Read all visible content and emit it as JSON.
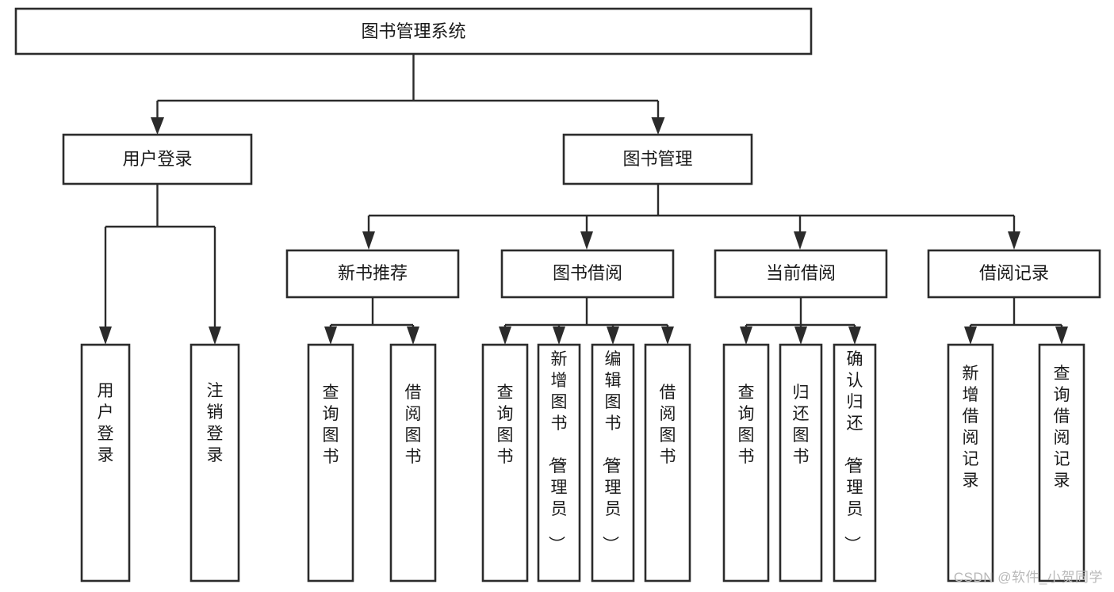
{
  "diagram": {
    "type": "tree-hierarchy",
    "title": "图书管理系统",
    "watermark": "CSDN @软件_小贺同学",
    "colors": {
      "background": "#ffffff",
      "box_fill": "#ffffff",
      "box_stroke": "#2b2b2b",
      "text": "#1a1a1a",
      "watermark": "#b9b9b9"
    },
    "root": {
      "label": "图书管理系统"
    },
    "level2": [
      {
        "label": "用户登录"
      },
      {
        "label": "图书管理"
      }
    ],
    "level3": [
      {
        "label": "新书推荐"
      },
      {
        "label": "图书借阅"
      },
      {
        "label": "当前借阅"
      },
      {
        "label": "借阅记录"
      }
    ],
    "leaves_user_login": [
      {
        "label": "用户登录"
      },
      {
        "label": "注销登录"
      }
    ],
    "leaves_new_book": [
      {
        "label": "查询图书"
      },
      {
        "label": "借阅图书"
      }
    ],
    "leaves_borrow": [
      {
        "label": "查询图书"
      },
      {
        "label": "新增图书（管理员）"
      },
      {
        "label": "编辑图书（管理员）"
      },
      {
        "label": "借阅图书"
      }
    ],
    "leaves_current": [
      {
        "label": "查询图书"
      },
      {
        "label": "归还图书"
      },
      {
        "label": "确认归还（管理员）"
      }
    ],
    "leaves_record": [
      {
        "label": "新增借阅记录"
      },
      {
        "label": "查询借阅记录"
      }
    ]
  }
}
